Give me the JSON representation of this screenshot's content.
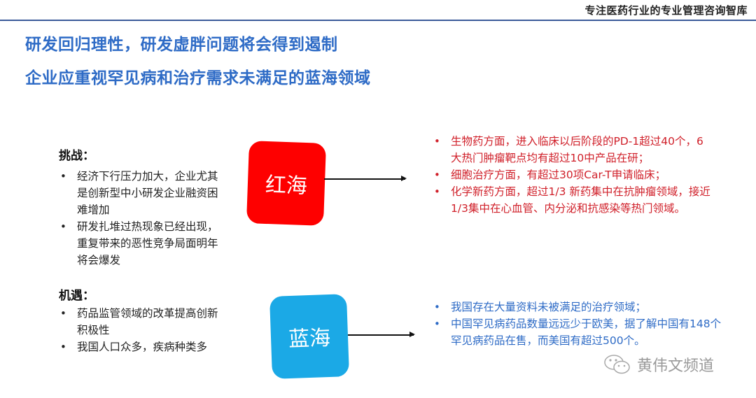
{
  "header": {
    "tagline": "专注医药行业的专业管理咨询智库"
  },
  "headlines": [
    "研发回归理性，研发虚胖问题将会得到遏制",
    "企业应重视罕见病和治疗需求未满足的蓝海领域"
  ],
  "challenges": {
    "title": "挑战：",
    "items": [
      "经济下行压力加大，企业尤其是创新型中小研发企业融资困难增加",
      "研发扎堆过热现象已经出现，重复带来的恶性竞争局面明年将会爆发"
    ]
  },
  "opportunities": {
    "title": "机遇：",
    "items": [
      "药品监管领域的改革提高创新积极性",
      "我国人口众多，疾病种类多"
    ]
  },
  "red_sea": {
    "label": "红海",
    "color": "#fe0000",
    "items": [
      "生物药方面，进入临床以后阶段的PD-1超过40个，6大热门肿瘤靶点均有超过10中产品在研；",
      "细胞治疗方面，有超过30项Car-T申请临床；",
      "化学新药方面，超过1/3 新药集中在抗肿瘤领域，接近1/3集中在心血管、内分泌和抗感染等热门领域。"
    ]
  },
  "blue_sea": {
    "label": "蓝海",
    "color": "#1ba9e6",
    "items": [
      "我国存在大量资料未被满足的治疗领域；",
      "中国罕见病药品数量远远少于欧美，据了解中国有148个罕见病药品在售，而美国有超过500个。"
    ]
  },
  "watermark": {
    "text": "黄伟文频道"
  }
}
